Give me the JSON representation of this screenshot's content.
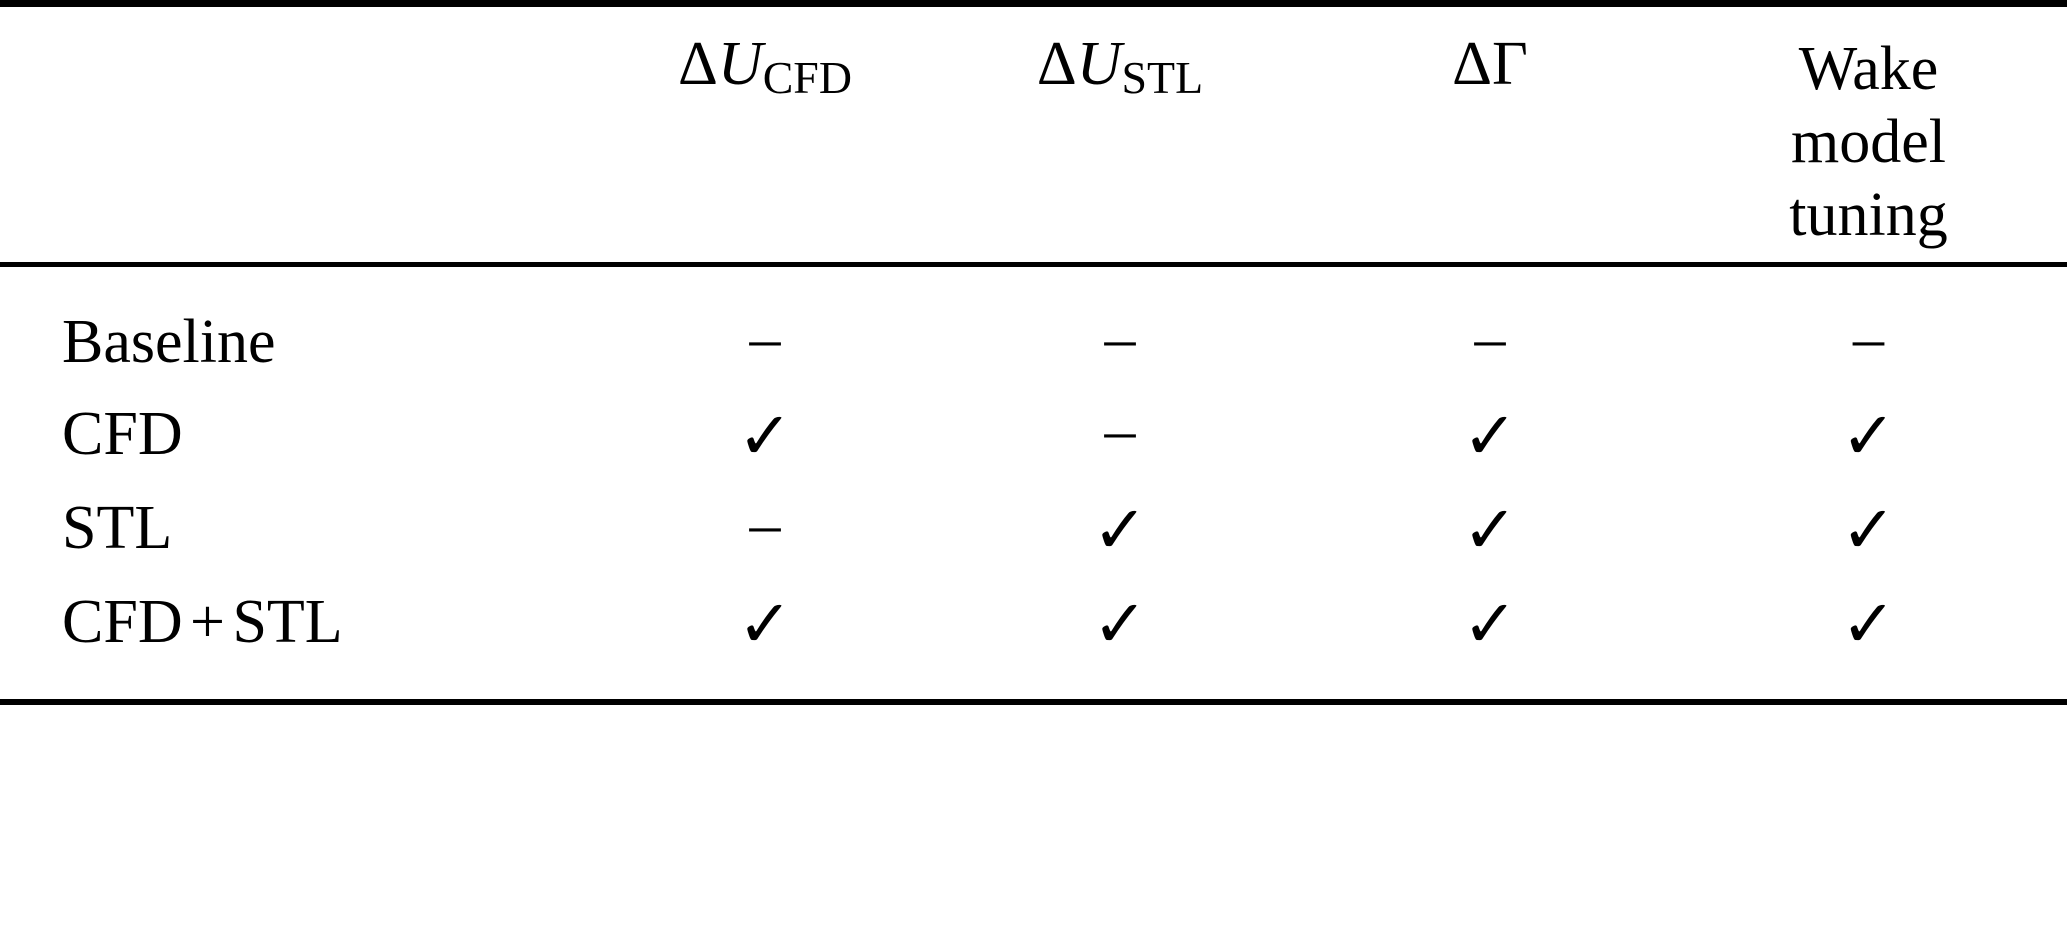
{
  "table": {
    "caption": "",
    "columns": [
      {
        "key": "method",
        "label": "",
        "align": "left"
      },
      {
        "key": "dU_cfd",
        "label": "ΔU_CFD",
        "lead": "Δ",
        "var": "U",
        "sub": "CFD",
        "align": "center"
      },
      {
        "key": "dU_stl",
        "label": "ΔU_STL",
        "lead": "Δ",
        "var": "U",
        "sub": "STL",
        "align": "center"
      },
      {
        "key": "dGamma",
        "label": "ΔΓ",
        "lead": "Δ",
        "var": "",
        "sub": "",
        "align": "center"
      },
      {
        "key": "wake_tuning",
        "label": "Wake model tuning",
        "lines": [
          "Wake",
          "model",
          "tuning"
        ],
        "align": "center"
      }
    ],
    "header_symbols": {
      "delta": "Δ",
      "gamma": "Γ",
      "u_cfd_var": "U",
      "u_cfd_sub": "CFD",
      "u_stl_var": "U",
      "u_stl_sub": "STL",
      "wake_line1": "Wake",
      "wake_line2": "model",
      "wake_line3": "tuning"
    },
    "marks": {
      "check": "✓",
      "dash": "–"
    },
    "rows": [
      {
        "label": "Baseline",
        "label_parts": [
          "Baseline"
        ],
        "cells": [
          "–",
          "–",
          "–",
          "–"
        ]
      },
      {
        "label": "CFD",
        "label_parts": [
          "CFD"
        ],
        "cells": [
          "✓",
          "–",
          "✓",
          "✓"
        ]
      },
      {
        "label": "STL",
        "label_parts": [
          "STL"
        ],
        "cells": [
          "–",
          "✓",
          "✓",
          "✓"
        ]
      },
      {
        "label": "CFD + STL",
        "label_parts": [
          "CFD",
          "+",
          "STL"
        ],
        "cells": [
          "✓",
          "✓",
          "✓",
          "✓"
        ]
      }
    ]
  },
  "style": {
    "text_color": "#000000",
    "background_color": "#ffffff",
    "rule_color": "#000000"
  }
}
